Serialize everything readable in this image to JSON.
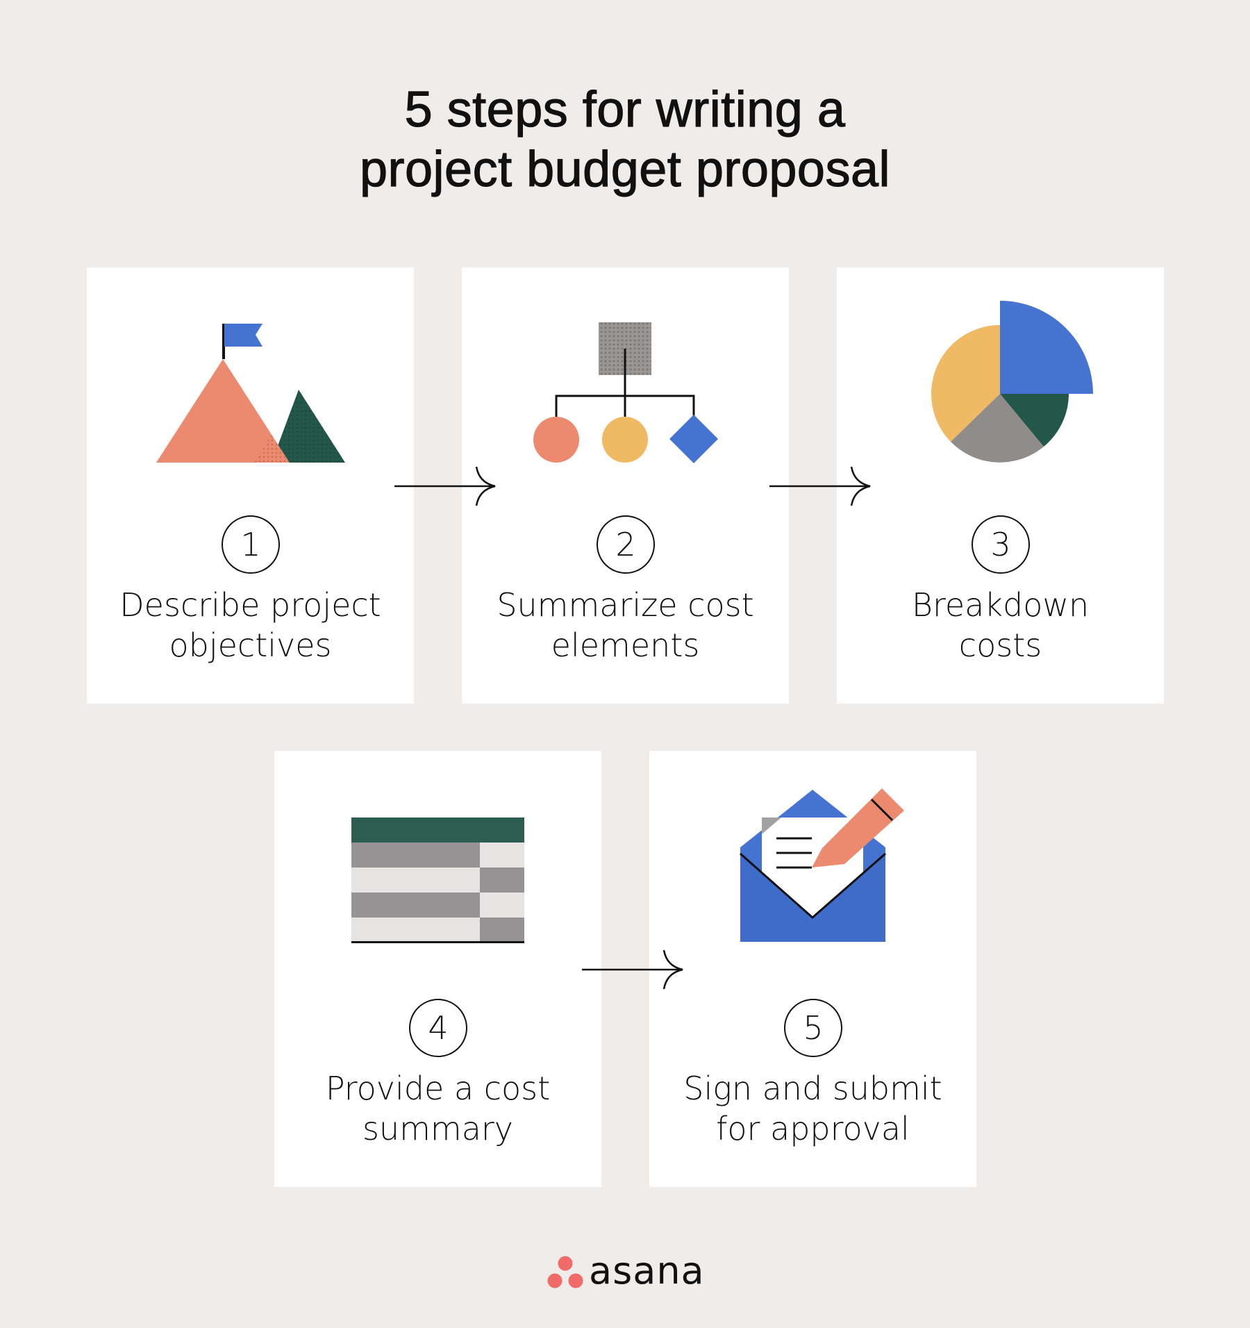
{
  "title": {
    "line1": "5 steps for writing a",
    "line2": "project budget proposal"
  },
  "steps": [
    {
      "number": "1",
      "line1": "Describe project",
      "line2": "objectives",
      "icon": "mountain-flag-icon"
    },
    {
      "number": "2",
      "line1": "Summarize cost",
      "line2": "elements",
      "icon": "org-chart-icon"
    },
    {
      "number": "3",
      "line1": "Breakdown",
      "line2": "costs",
      "icon": "pie-chart-icon"
    },
    {
      "number": "4",
      "line1": "Provide a cost",
      "line2": "summary",
      "icon": "table-icon"
    },
    {
      "number": "5",
      "line1": "Sign and submit",
      "line2": "for approval",
      "icon": "envelope-pencil-icon"
    }
  ],
  "logo": {
    "text": "asana"
  },
  "colors": {
    "background": "#efecea",
    "card": "#ffffff",
    "coral": "#ec8a70",
    "green": "#22574a",
    "blue": "#4573d2",
    "yellow": "#f0b964",
    "gray": "#8f8c8a",
    "logo_dots": "#f06a6a"
  }
}
